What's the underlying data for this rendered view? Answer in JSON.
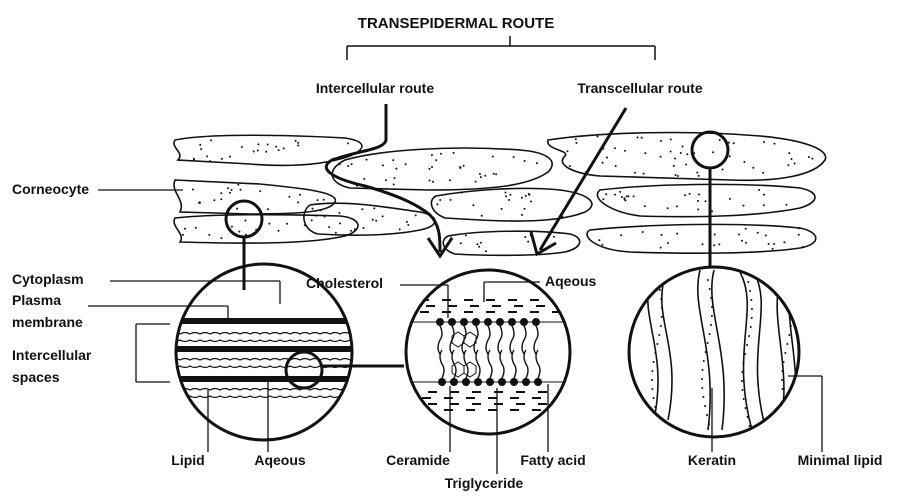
{
  "title": "TRANSEPIDERMAL ROUTE",
  "routes": {
    "intercellular": "Intercellular route",
    "transcellular": "Transcellular route"
  },
  "labels": {
    "corneocyte": "Corneocyte",
    "cytoplasm": "Cytoplasm",
    "plasma_membrane_1": "Plasma",
    "plasma_membrane_2": "membrane",
    "intercellular_spaces_1": "Intercellular",
    "intercellular_spaces_2": "spaces",
    "lipid": "Lipid",
    "aqeous_left": "Aqeous",
    "cholesterol": "Cholesterol",
    "aqeous_center": "Aqeous",
    "ceramide": "Ceramide",
    "triglyceride": "Triglyceride",
    "fatty_acid": "Fatty acid",
    "keratin": "Keratin",
    "minimal_lipid": "Minimal lipid"
  },
  "colors": {
    "ink": "#111111",
    "background": "#ffffff"
  }
}
